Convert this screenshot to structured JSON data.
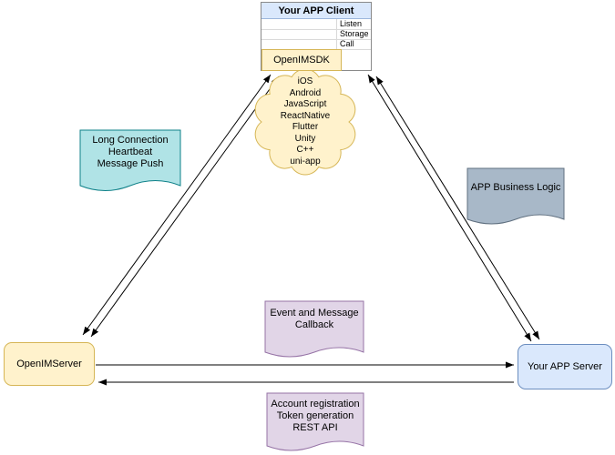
{
  "client": {
    "title": "Your APP Client",
    "interfaces": [
      "Listen",
      "Storage",
      "Call"
    ],
    "sdk_label": "OpenIMSDK"
  },
  "platform_cloud": [
    "iOS",
    "Android",
    "JavaScript",
    "ReactNative",
    "Flutter",
    "Unity",
    "C++",
    "uni-app"
  ],
  "notes": {
    "long_connection": [
      "Long Connection",
      "Heartbeat",
      "Message Push"
    ],
    "app_business_logic": [
      "APP Business Logic"
    ],
    "event_callback": [
      "Event and Message",
      "Callback"
    ],
    "rest_api": [
      "Account registration",
      "Token generation",
      "REST API"
    ]
  },
  "nodes": {
    "openim_server": "OpenIMServer",
    "your_app_server": "Your APP Server"
  },
  "colors": {
    "client_header_fill": "#dae8fc",
    "yellow_fill": "#fff2cc",
    "yellow_border": "#d6b656",
    "blue_fill": "#dae8fc",
    "blue_border": "#6c8ebf",
    "teal_fill": "#b0e3e6",
    "teal_border": "#0e8088",
    "gray_fill": "#a8b8c8",
    "gray_border": "#5f6f7f",
    "purple_fill": "#e1d5e7",
    "purple_border": "#9673a6",
    "edge_color": "#000000"
  }
}
